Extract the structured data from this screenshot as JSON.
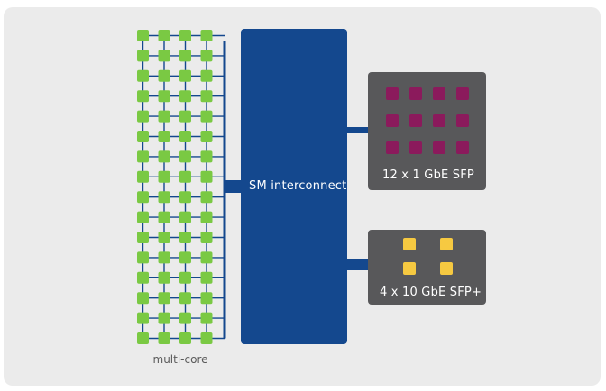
{
  "diagram": {
    "interconnect_label": "SM interconnect",
    "multicore_label": "multi-core",
    "sfp_box_label": "12 x 1 GbE SFP",
    "sfpplus_box_label": "4 x 10 GbE SFP+",
    "core_grid": {
      "columns": 4,
      "rows": 16
    },
    "sfp_ports": {
      "columns": 4,
      "rows": 3
    },
    "sfpplus_ports": {
      "columns": 2,
      "rows": 2
    }
  },
  "colors": {
    "panel": "#ebebeb",
    "core": "#7ac943",
    "core_link": "#14488e",
    "interconnect": "#14488e",
    "port_box": "#58585a",
    "sfp_port": "#8b1a5c",
    "sfpplus_port": "#f6c941"
  }
}
